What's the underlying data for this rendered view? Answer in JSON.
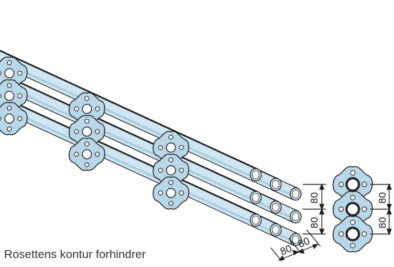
{
  "caption": "Rosettens kontur forhindrer",
  "dimensions": {
    "right_top": "80",
    "right_bottom": "80",
    "left_top": "80",
    "left_bottom": "80",
    "bottom_left": "80",
    "bottom_right": "80"
  },
  "colors": {
    "tube_fill": "#cfe6f2",
    "tube_shadow": "#a9cbdd",
    "rosette_fill": "#b8d8ea",
    "outline": "#1f1f1f"
  },
  "tube_rows": 3,
  "tube_cols": 3
}
